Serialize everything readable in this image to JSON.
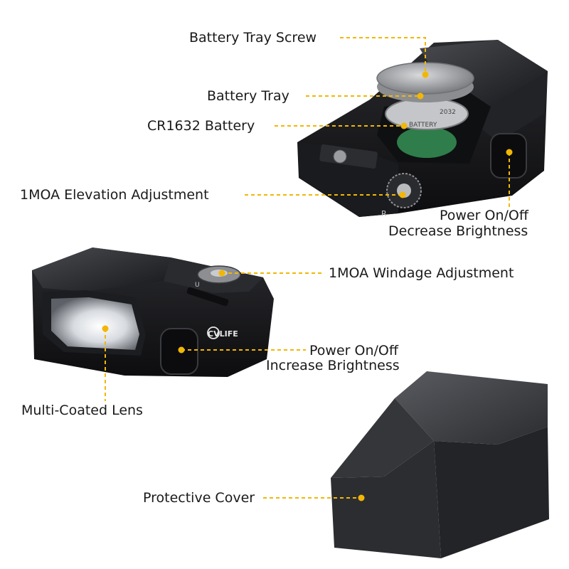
{
  "callouts": {
    "battery_tray_screw": "Battery Tray Screw",
    "battery_tray": "Battery Tray",
    "cr1632_battery": "CR1632 Battery",
    "elevation_adjustment": "1MOA Elevation Adjustment",
    "power_decrease_line1": "Power On/Off",
    "power_decrease_line2": "Decrease Brightness",
    "windage_adjustment": "1MOA Windage Adjustment",
    "power_increase_line1": "Power On/Off",
    "power_increase_line2": "Increase Brightness",
    "lens": "Multi-Coated Lens",
    "cover": "Protective Cover"
  },
  "product": {
    "brand": "CVLIFE",
    "battery_print": "BATTERY",
    "cell_print": "2032",
    "rail_letter": "R",
    "dial_letter": "U"
  },
  "colors": {
    "callout_line": "#f2b705",
    "dot": "#f2b705",
    "body_dark": "#1c1c1f",
    "cover": "#3a3b3f"
  }
}
